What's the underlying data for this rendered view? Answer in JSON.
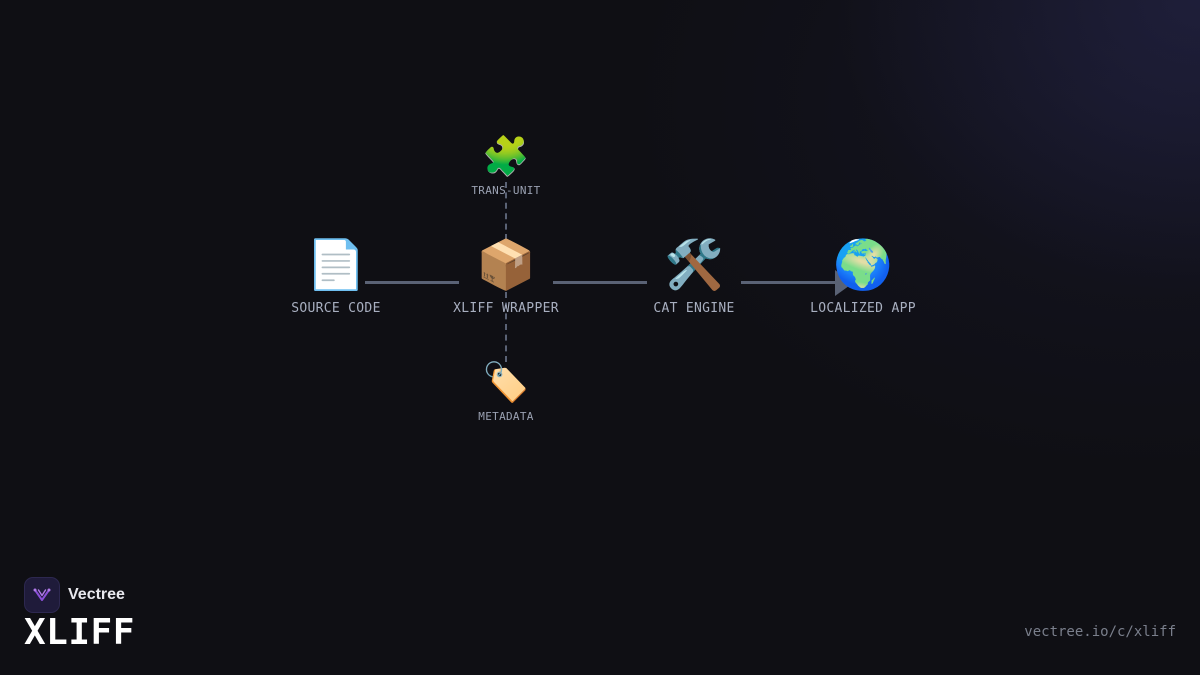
{
  "diagram": {
    "nodes": {
      "source": {
        "label": "SOURCE CODE",
        "icon": "document-icon",
        "glyph": "📄"
      },
      "wrapper": {
        "label": "XLIFF WRAPPER",
        "icon": "package-icon",
        "glyph": "📦"
      },
      "engine": {
        "label": "CAT ENGINE",
        "icon": "tools-icon",
        "glyph": "🛠️"
      },
      "localized": {
        "label": "LOCALIZED APP",
        "icon": "globe-icon",
        "glyph": "🌍"
      },
      "trans_unit": {
        "label": "TRANS-UNIT",
        "icon": "puzzle-icon",
        "glyph": "🧩"
      },
      "metadata": {
        "label": "METADATA",
        "icon": "tag-icon",
        "glyph": "🏷️"
      }
    },
    "edge_color": "#5a6275"
  },
  "branding": {
    "name": "Vectree",
    "logo_icon": "vectree-logo-icon",
    "accent_color": "#8a4fd8"
  },
  "page": {
    "title": "XLIFF",
    "url": "vectree.io/c/xliff"
  }
}
